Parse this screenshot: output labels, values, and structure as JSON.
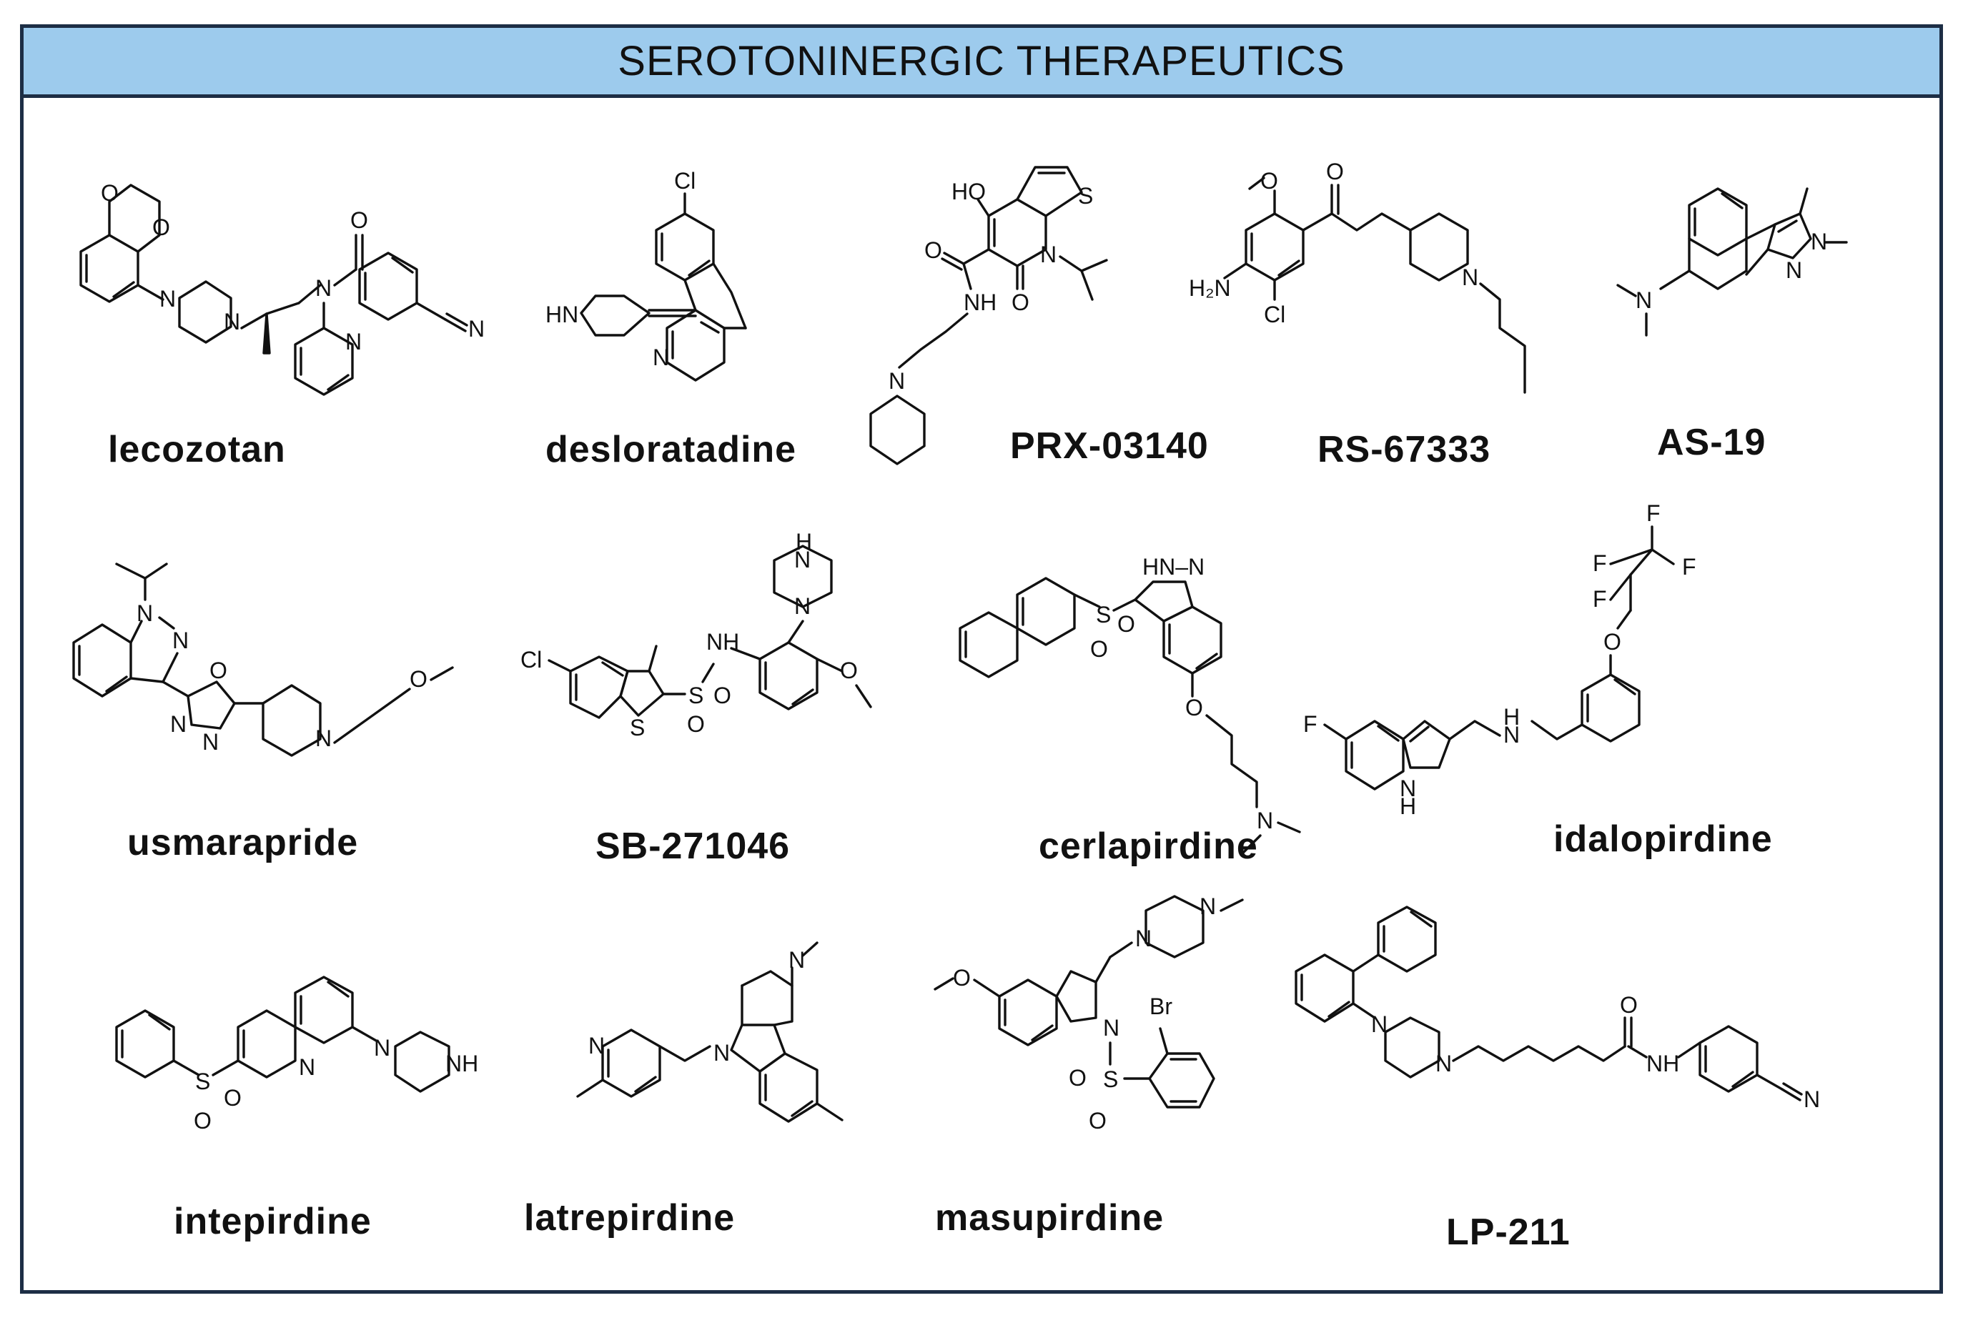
{
  "header": {
    "title": "SEROTONINERGIC THERAPEUTICS"
  },
  "compounds": [
    {
      "name": "lecozotan"
    },
    {
      "name": "desloratadine"
    },
    {
      "name": "PRX-03140"
    },
    {
      "name": "RS-67333"
    },
    {
      "name": "AS-19"
    },
    {
      "name": "usmarapride"
    },
    {
      "name": "SB-271046"
    },
    {
      "name": "cerlapirdine"
    },
    {
      "name": "idalopirdine"
    },
    {
      "name": "intepirdine"
    },
    {
      "name": "latrepirdine"
    },
    {
      "name": "masupirdine"
    },
    {
      "name": "LP-211"
    }
  ],
  "atom_labels": {
    "O": "O",
    "N": "N",
    "NH": "NH",
    "HN": "HN",
    "H": "H",
    "HO": "HO",
    "S": "S",
    "Cl": "Cl",
    "F": "F",
    "Br": "Br",
    "H2N": "H₂N",
    "HN_N": "HN–N"
  }
}
